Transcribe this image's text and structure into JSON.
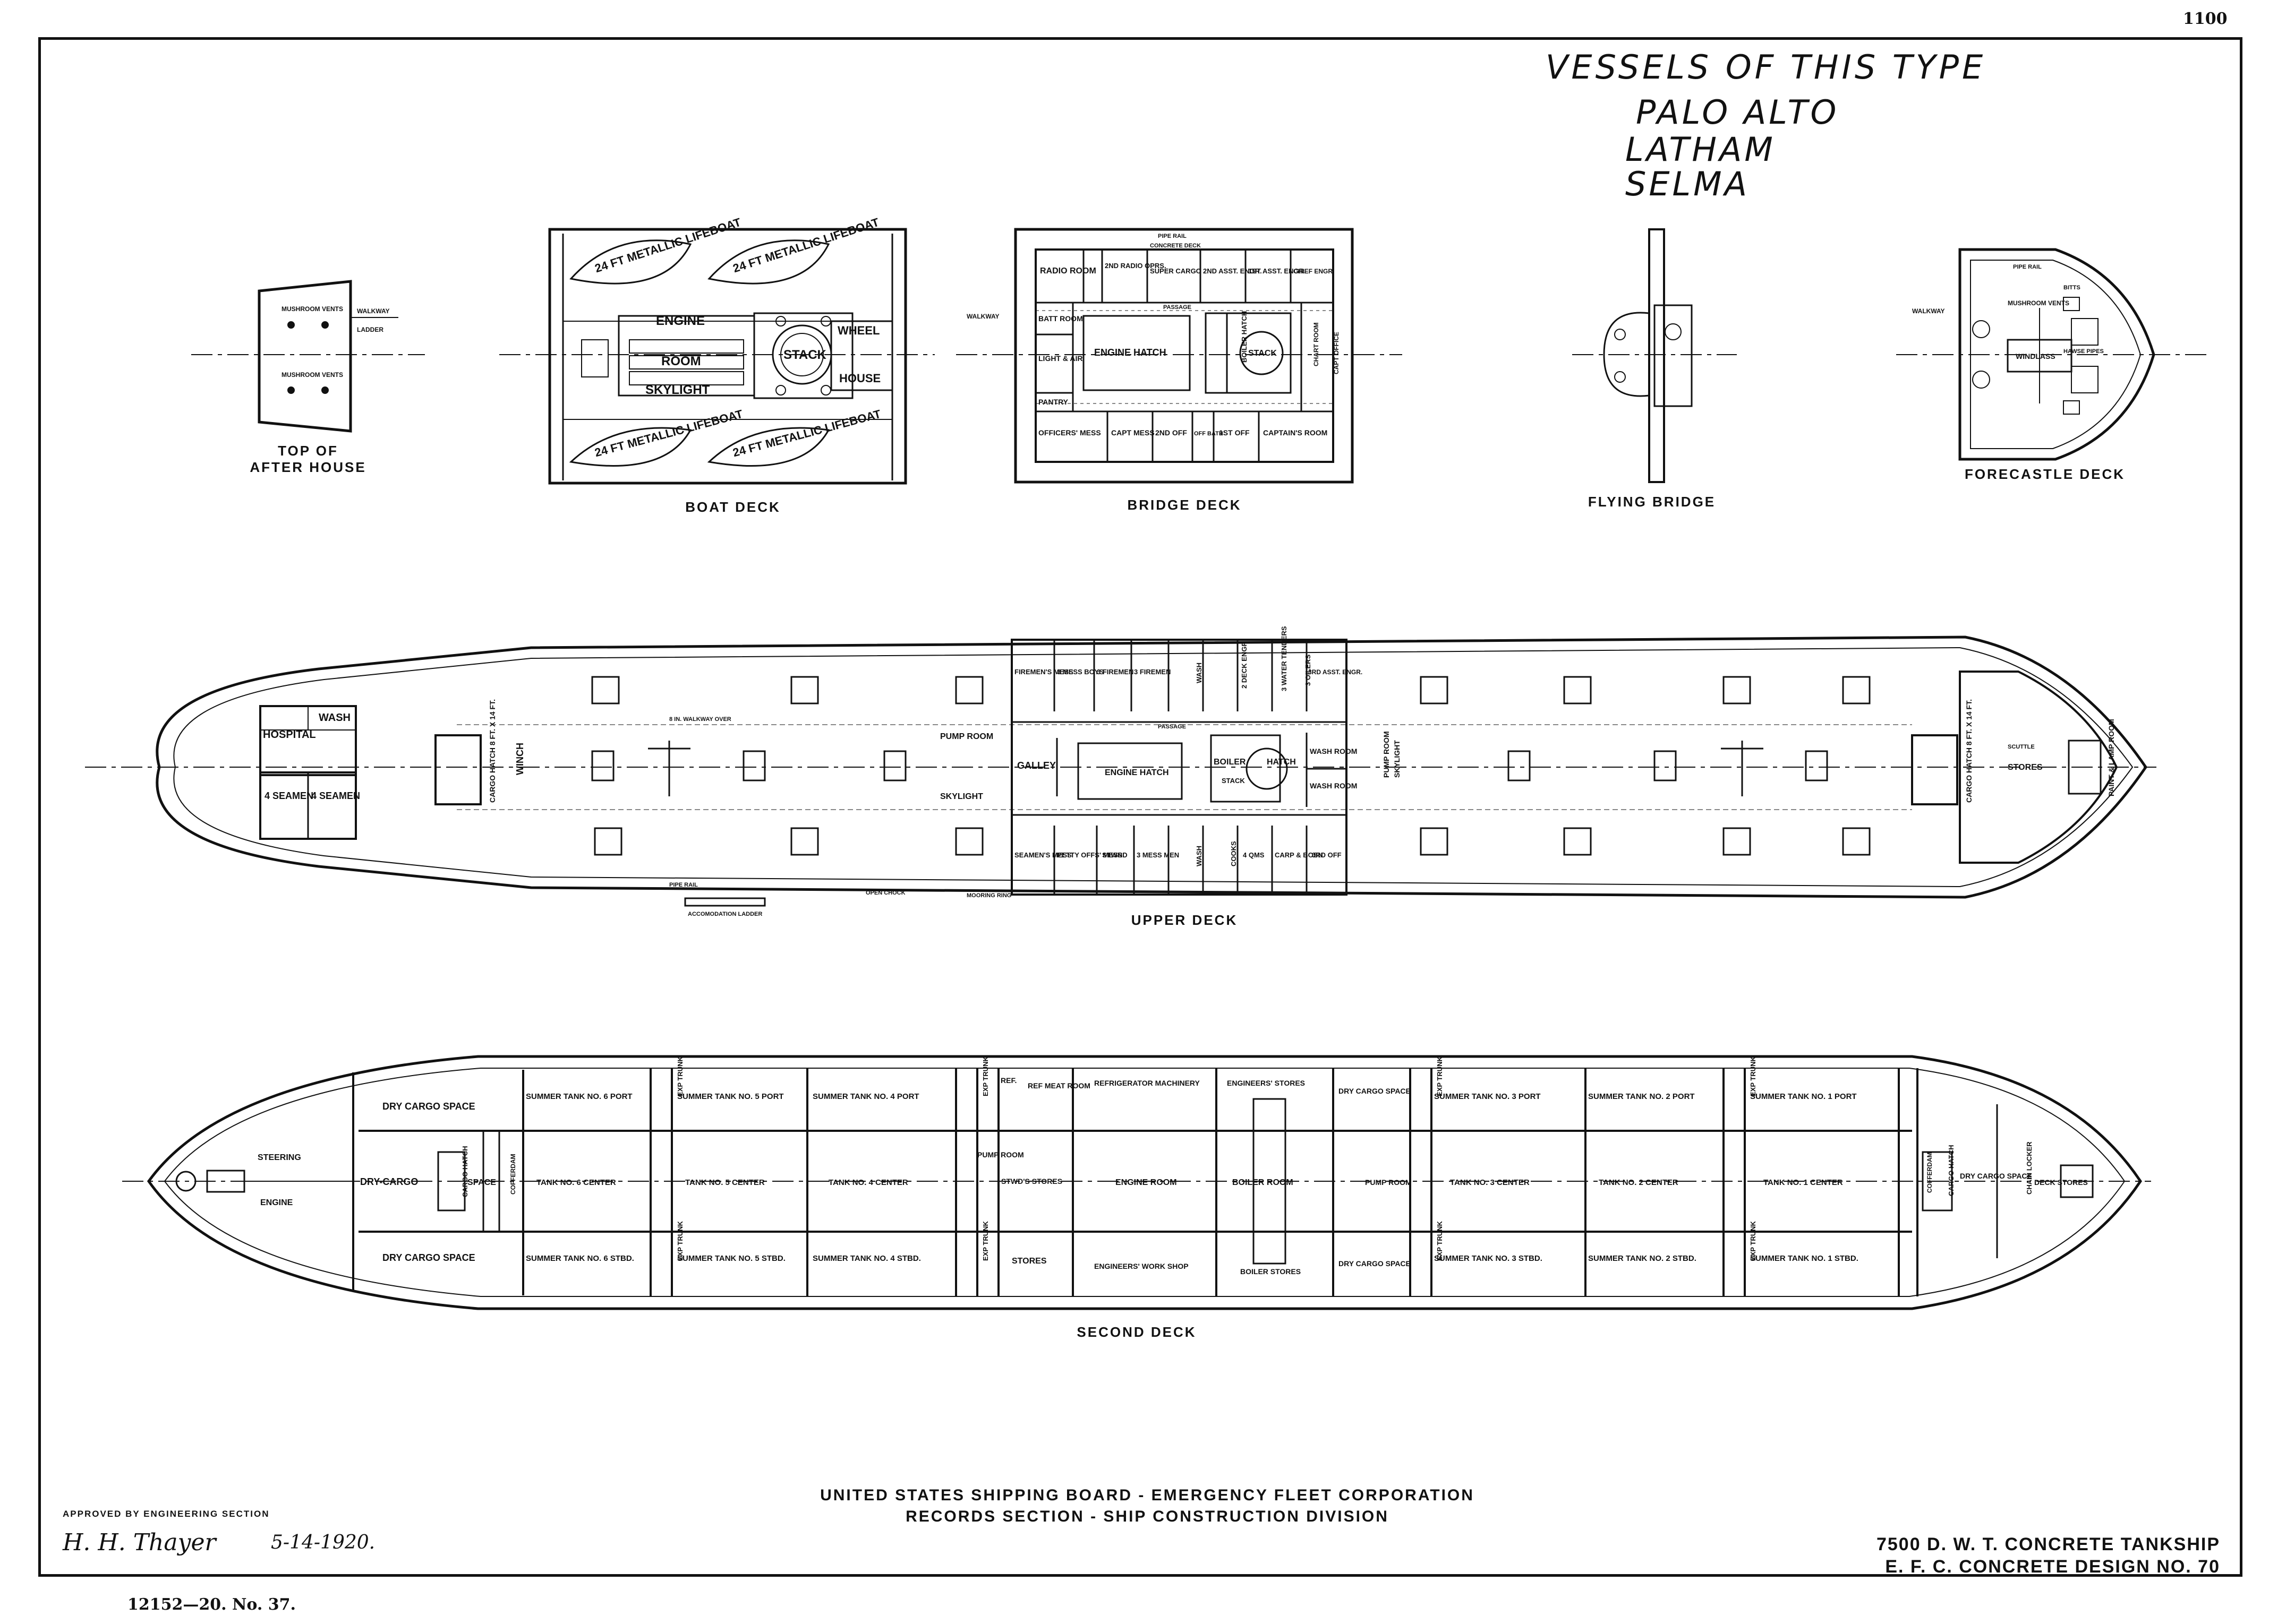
{
  "sheet": {
    "number": "1100"
  },
  "vessels": {
    "heading": "VESSELS OF THIS TYPE",
    "names": [
      "PALO ALTO",
      "LATHAM",
      "SELMA"
    ]
  },
  "captions": {
    "top_after_house": "TOP OF\nAFTER HOUSE",
    "boat_deck": "BOAT DECK",
    "bridge_deck": "BRIDGE DECK",
    "flying_bridge": "FLYING BRIDGE",
    "forecastle_deck": "FORECASTLE DECK",
    "upper_deck": "UPPER DECK",
    "second_deck": "SECOND DECK"
  },
  "after_house": {
    "labels": [
      "MUSHROOM VENTS",
      "WALKWAY",
      "LADDER",
      "MUSHROOM VENTS"
    ]
  },
  "boat_deck": {
    "lifeboats": [
      "24 FT METALLIC LIFEBOAT",
      "24 FT METALLIC LIFEBOAT",
      "24 FT METALLIC LIFEBOAT",
      "24 FT METALLIC LIFEBOAT"
    ],
    "engine_room_skylight": [
      "ENGINE",
      "ROOM",
      "SKYLIGHT"
    ],
    "stack": "STACK",
    "wheel_house": [
      "WHEEL",
      "HOUSE"
    ]
  },
  "bridge_deck": {
    "top_rail": "PIPE RAIL",
    "concrete_deck": "CONCRETE DECK",
    "rooms_top": [
      "RADIO ROOM",
      "2ND RADIO OPRS.",
      "SUPER CARGO",
      "2ND ASST. ENGR.",
      "1ST ASST. ENGR.",
      "CHIEF ENGR."
    ],
    "rooms_left": [
      "BATT ROOM",
      "LIGHT & AIR",
      "PANTRY"
    ],
    "engine_hatch": "ENGINE HATCH",
    "boiler_hatch": "BOILER HATCH",
    "stack": "STACK",
    "chart_room": "CHART ROOM",
    "capt_office": "CAPT OFFICE",
    "rooms_bottom": [
      "OFFICERS' MESS",
      "CAPT MESS",
      "2ND OFF",
      "OFF BATH",
      "1ST OFF",
      "CAPTAIN'S ROOM"
    ],
    "passage": "PASSAGE",
    "walkway": "WALKWAY"
  },
  "forecastle": {
    "labels": [
      "MUSHROOM VENTS",
      "WINDLASS",
      "HAWSE PIPES",
      "BITTS",
      "WALKWAY",
      "PIPE RAIL"
    ]
  },
  "upper_deck": {
    "hospital": "HOSPITAL",
    "wash": "WASH",
    "seamen_1": "4 SEAMEN",
    "seamen_2": "4 SEAMEN",
    "cargo_hatch_aft": "CARGO HATCH 8 FT. X 14 FT.",
    "cargo_hatch_fwd": "CARGO HATCH 8 FT. X 14 FT.",
    "winch": "WINCH",
    "pump_room_aft": "PUMP ROOM",
    "skylight": "SKYLIGHT",
    "galley": "GALLEY",
    "engine_hatch": "ENGINE HATCH",
    "boiler": "BOILER",
    "hatch": "HATCH",
    "stack": "STACK",
    "wash_room_1": "WASH ROOM",
    "wash_room_2": "WASH ROOM",
    "pump_room_fwd": "PUMP ROOM",
    "pump_room_fwd_skylight": "SKYLIGHT",
    "top_rooms": [
      "FIREMEN'S MESS",
      "3 MESS BOYS",
      "3 FIREMEN",
      "3 FIREMEN",
      "WASH",
      "2 DECK ENGR",
      "3 WATER TENDERS",
      "3 OILERS",
      "3RD ASST. ENGR."
    ],
    "bottom_rooms": [
      "SEAMEN'S MESS",
      "PETTY OFFS' MESS",
      "STWRD",
      "3 MESS MEN",
      "WASH",
      "COOKS",
      "4 QMS",
      "CARP & BOSN",
      "3RD OFF"
    ],
    "stores": "STORES",
    "paint_lamp_room": "PAINT & LAMP ROOM",
    "scuttle": "SCUTTLE",
    "passage": "PASSAGE",
    "pipe_rail": "PIPE RAIL",
    "chock": "OPEN CHOCK",
    "mooring_ring": "MOORING RING",
    "accommodation_ladder": "ACCOMODATION LADDER",
    "walkway": "8 IN. WALKWAY OVER"
  },
  "second_deck": {
    "dry_cargo_space_aft_1": "DRY CARGO SPACE",
    "dry_cargo_space_aft_2": "DRY CARGO SPACE",
    "steering_engine": [
      "STEERING",
      "ENGINE"
    ],
    "dry_cargo": "DRY-CARGO",
    "cargo_hatch_aft": "CARGO HATCH",
    "space": "SPACE",
    "cofferdam": "COFFERDAM",
    "exp_trunk": "EXP TRUNK",
    "port_tanks": [
      "SUMMER TANK NO. 6 PORT",
      "SUMMER TANK NO. 5 PORT",
      "SUMMER TANK NO. 4 PORT",
      "SUMMER TANK NO. 3 PORT",
      "SUMMER TANK NO. 2 PORT",
      "SUMMER TANK NO. 1 PORT"
    ],
    "center_tanks": [
      "TANK NO. 6 CENTER",
      "TANK NO. 5 CENTER",
      "TANK NO. 4 CENTER",
      "TANK NO. 3 CENTER",
      "TANK NO. 2 CENTER",
      "TANK NO. 1 CENTER"
    ],
    "stbd_tanks": [
      "SUMMER TANK NO. 6 STBD.",
      "SUMMER TANK NO. 5 STBD.",
      "SUMMER TANK NO. 4 STBD.",
      "SUMMER TANK NO. 3 STBD.",
      "SUMMER TANK NO. 2 STBD.",
      "SUMMER TANK NO. 1 STBD."
    ],
    "ref": "REF.",
    "ref_meat_room": "REF MEAT ROOM",
    "refrigerator_machinery": "REFRIGERATOR MACHINERY",
    "engineers_stores": "ENGINEERS' STORES",
    "dry_cargo_space_mid_1": "DRY CARGO SPACE",
    "dry_cargo_space_mid_2": "DRY CARGO SPACE",
    "pump_room_aft": "PUMP ROOM",
    "stwds_stores": "STWD'S STORES",
    "engine_room": "ENGINE ROOM",
    "boiler_room": "BOILER ROOM",
    "pump_room_fwd": "PUMP ROOM",
    "stores": "STORES",
    "engineers_work_shop": "ENGINEERS' WORK SHOP",
    "boiler_stores": "BOILER STORES",
    "cargo_hatch_fwd": "CARGO HATCH",
    "dry_cargo_space_fwd": "DRY CARGO SPACE",
    "chain_locker": "CHAIN LOCKER",
    "deck_stores": "DECK STORES"
  },
  "title_block": {
    "line1": "UNITED STATES SHIPPING BOARD - EMERGENCY FLEET CORPORATION",
    "line2": "RECORDS SECTION - SHIP CONSTRUCTION DIVISION"
  },
  "design": {
    "line1": "7500 D. W. T. CONCRETE TANKSHIP",
    "line2": "E. F. C. CONCRETE DESIGN NO. 70"
  },
  "approval": {
    "label": "APPROVED BY ENGINEERING SECTION",
    "signature": "H. H. Thayer",
    "date": "5-14-1920."
  },
  "print_number": "12152—20.   No. 37."
}
